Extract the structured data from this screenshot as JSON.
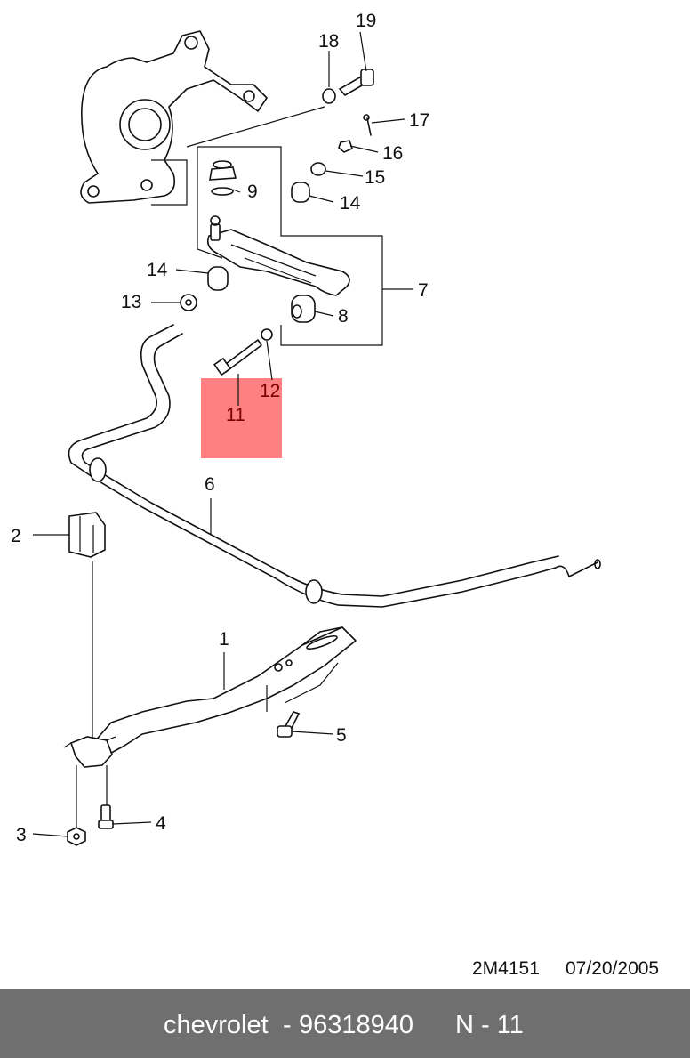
{
  "diagram": {
    "callouts": {
      "p1": "1",
      "p2": "2",
      "p3": "3",
      "p4": "4",
      "p5": "5",
      "p6": "6",
      "p7": "7",
      "p8": "8",
      "p9": "9",
      "p11": "11",
      "p12": "12",
      "p13": "13",
      "p14a": "14",
      "p14b": "14",
      "p15": "15",
      "p16": "16",
      "p17": "17",
      "p18": "18",
      "p19": "19"
    },
    "highlight_color": "#ff8080",
    "drawing_code": "2M4151",
    "drawing_date": "07/20/2005"
  },
  "footer": {
    "brand": "chevrolet",
    "separator": "-",
    "part_number": "96318940",
    "page_ref": "N - 11",
    "background": "#6f6f6f"
  }
}
